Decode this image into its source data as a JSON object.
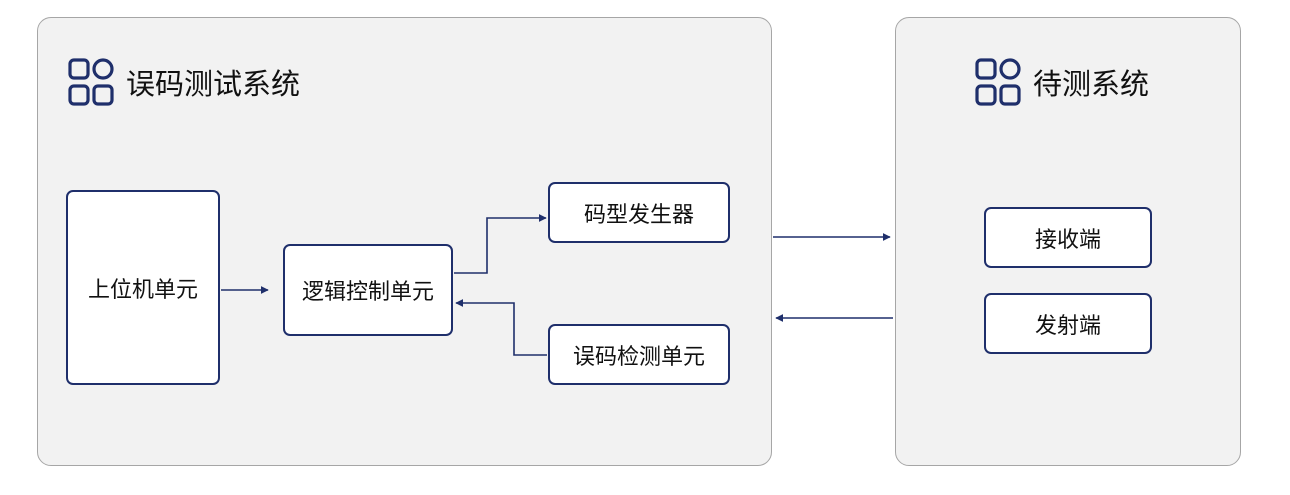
{
  "groups": {
    "ber_system": {
      "title": "误码测试系统",
      "icon": "grid-apps-icon"
    },
    "dut_system": {
      "title": "待测系统",
      "icon": "grid-apps-icon"
    }
  },
  "nodes": {
    "host_unit": "上位机单元",
    "logic_control_unit": "逻辑控制单元",
    "pattern_generator": "码型发生器",
    "error_detection_unit": "误码检测单元",
    "receiver_end": "接收端",
    "transmitter_end": "发射端"
  },
  "edges": [
    {
      "from": "host_unit",
      "to": "logic_control_unit"
    },
    {
      "from": "logic_control_unit",
      "to": "pattern_generator"
    },
    {
      "from": "error_detection_unit",
      "to": "logic_control_unit"
    },
    {
      "from": "ber_system",
      "to": "dut_system"
    },
    {
      "from": "dut_system",
      "to": "ber_system"
    }
  ],
  "colors": {
    "accent": "#1f2f6b",
    "group_fill": "#f2f2f2",
    "group_border": "#a6a6a6"
  }
}
